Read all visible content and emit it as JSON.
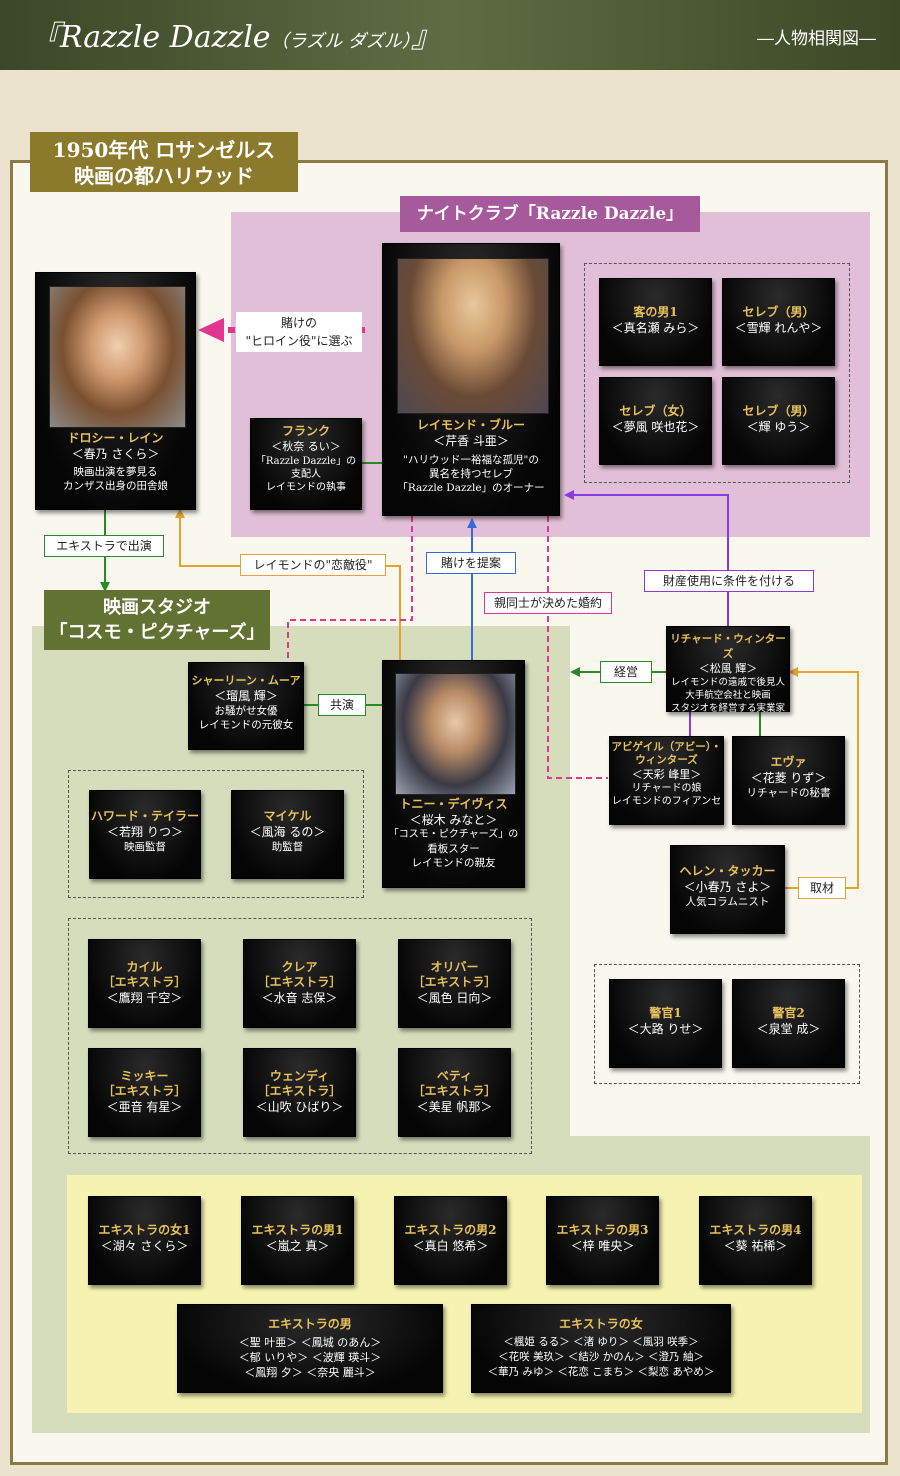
{
  "header": {
    "title": "『Razzle Dazzle",
    "title_ruby": "（ラズル ダズル）",
    "title_close": "』",
    "subtitle": "―人物相関図―"
  },
  "setting": {
    "line1": "1950年代 ロサンゼルス",
    "line2": "映画の都ハリウッド"
  },
  "nightclub": {
    "label": "ナイトクラブ「Razzle Dazzle」"
  },
  "studio": {
    "line1": "映画スタジオ",
    "line2": "「コスモ・ピクチャーズ」"
  },
  "characters": {
    "raymond": {
      "name": "レイモンド・ブルー",
      "actor": "＜芹香 斗亜＞",
      "desc1": "\"ハリウッド一裕福な孤児\"の",
      "desc2": "異名を持つセレブ",
      "desc3": "「Razzle Dazzle」のオーナー"
    },
    "dorothy": {
      "name": "ドロシー・レイン",
      "actor": "＜春乃 さくら＞",
      "desc1": "映画出演を夢見る",
      "desc2": "カンザス出身の田舎娘"
    },
    "frank": {
      "name": "フランク",
      "actor": "＜秋奈 るい＞",
      "desc1": "「Razzle Dazzle」の",
      "desc2": "支配人",
      "desc3": "レイモンドの執事"
    },
    "tony": {
      "name": "トニー・デイヴィス",
      "actor": "＜桜木 みなと＞",
      "desc1": "「コスモ・ピクチャーズ」の",
      "desc2": "看板スター",
      "desc3": "レイモンドの親友"
    },
    "sharleen": {
      "name": "シャーリーン・ムーア",
      "actor": "＜瑠風 輝＞",
      "desc1": "お騒がせ女優",
      "desc2": "レイモンドの元彼女"
    },
    "richard": {
      "name": "リチャード・ウィンターズ",
      "actor": "＜松風 輝＞",
      "desc1": "レイモンドの遠戚で後見人",
      "desc2": "大手航空会社と映画",
      "desc3": "スタジオを経営する実業家"
    },
    "abigail": {
      "name": "アビゲイル（アビー）・",
      "name2": "ウィンターズ",
      "actor": "＜天彩 峰里＞",
      "desc1": "リチャードの娘",
      "desc2": "レイモンドのフィアンセ"
    },
    "eva": {
      "name": "エヴァ",
      "actor": "＜花菱 りず＞",
      "desc1": "リチャードの秘書"
    },
    "helen": {
      "name": "ヘレン・タッカー",
      "actor": "＜小春乃 さよ＞",
      "desc1": "人気コラムニスト"
    },
    "howard": {
      "name": "ハワード・テイラー",
      "actor": "＜若翔 りつ＞",
      "desc1": "映画監督"
    },
    "michael": {
      "name": "マイケル",
      "actor": "＜風海 るの＞",
      "desc1": "助監督"
    }
  },
  "club_guests": [
    {
      "name": "客の男1",
      "actor": "＜真名瀬 みら＞"
    },
    {
      "name": "セレブ（男）",
      "actor": "＜雪輝 れんや＞"
    },
    {
      "name": "セレブ（女）",
      "actor": "＜夢風 咲也花＞"
    },
    {
      "name": "セレブ（男）",
      "actor": "＜輝 ゆう＞"
    }
  ],
  "police": [
    {
      "name": "警官1",
      "actor": "＜大路 りせ＞"
    },
    {
      "name": "警官2",
      "actor": "＜泉堂 成＞"
    }
  ],
  "extras_named": [
    {
      "name": "カイル",
      "role": "［エキストラ］",
      "actor": "＜鷹翔 千空＞"
    },
    {
      "name": "クレア",
      "role": "［エキストラ］",
      "actor": "＜水音 志保＞"
    },
    {
      "name": "オリバー",
      "role": "［エキストラ］",
      "actor": "＜風色 日向＞"
    },
    {
      "name": "ミッキー",
      "role": "［エキストラ］",
      "actor": "＜亜音 有星＞"
    },
    {
      "name": "ウェンディ",
      "role": "［エキストラ］",
      "actor": "＜山吹 ひばり＞"
    },
    {
      "name": "ベティ",
      "role": "［エキストラ］",
      "actor": "＜美星 帆那＞"
    }
  ],
  "extras_row": [
    {
      "name": "エキストラの女1",
      "actor": "＜湖々 さくら＞"
    },
    {
      "name": "エキストラの男1",
      "actor": "＜嵐之 真＞"
    },
    {
      "name": "エキストラの男2",
      "actor": "＜真白 悠希＞"
    },
    {
      "name": "エキストラの男3",
      "actor": "＜梓 唯央＞"
    },
    {
      "name": "エキストラの男4",
      "actor": "＜葵 祐稀＞"
    }
  ],
  "extras_men": {
    "name": "エキストラの男",
    "line1": "＜聖 叶亜＞ ＜鳳城 のあん＞",
    "line2": "＜郁 いりや＞ ＜波輝 瑛斗＞",
    "line3": "＜鳳翔 夕＞ ＜奈央 麗斗＞"
  },
  "extras_women": {
    "name": "エキストラの女",
    "line1": "＜楓姫 るる＞ ＜渚 ゆり＞ ＜風羽 咲季＞",
    "line2": "＜花咲 美玖＞ ＜結沙 かのん＞ ＜澄乃 紬＞",
    "line3": "＜華乃 みゆ＞ ＜花恋 こまち＞ ＜梨恋 あやめ＞"
  },
  "relations": {
    "bet_heroine1": "賭けの",
    "bet_heroine2": "\"ヒロイン役\"に選ぶ",
    "extra_appear": "エキストラで出演",
    "rival_role": "レイモンドの\"恋敵役\"",
    "bet_propose": "賭けを提案",
    "arranged": "親同士が決めた婚約",
    "asset": "財産使用に条件を付ける",
    "manage": "経営",
    "costar": "共演",
    "interview": "取材"
  },
  "colors": {
    "gold_name": "#e8c15a",
    "green": "#2a8a2a",
    "orange": "#e6a233",
    "blue": "#3a6ad8",
    "pink": "#e0368e",
    "purple": "#8a3ae0"
  }
}
